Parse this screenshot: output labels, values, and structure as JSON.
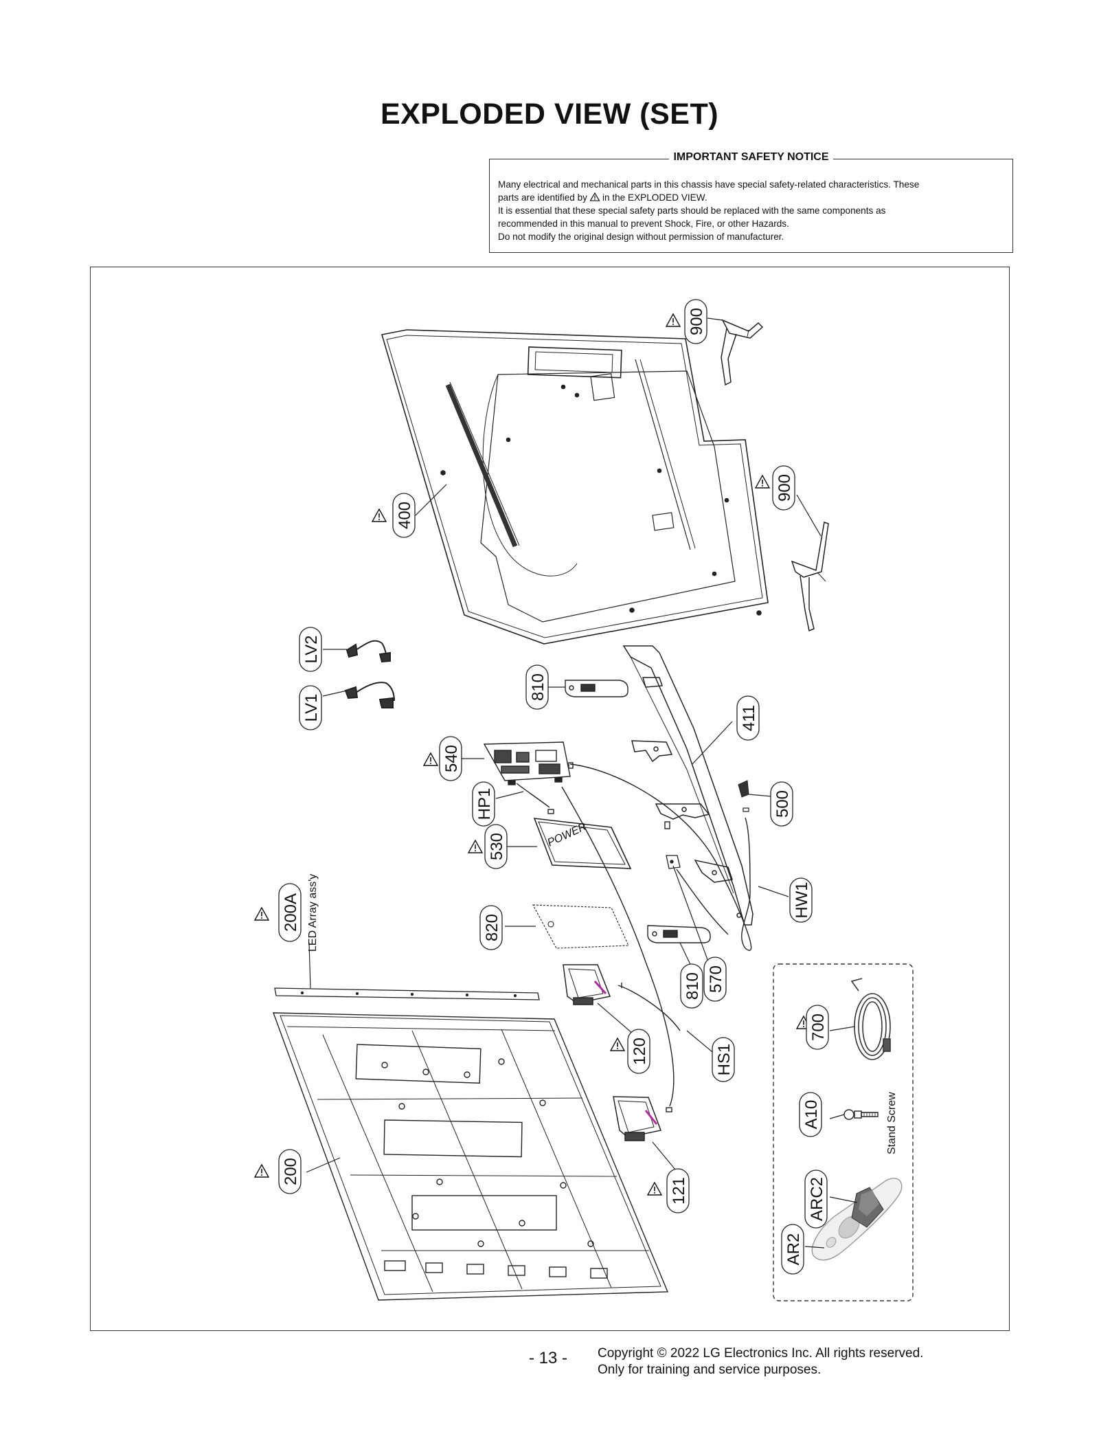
{
  "page_title": "EXPLODED VIEW (SET)",
  "notice": {
    "title": "IMPORTANT SAFETY NOTICE",
    "line1": "Many electrical and mechanical parts in this chassis have special safety-related characteristics. These",
    "line2a": "parts are identified by",
    "line2b": "in the EXPLODED VIEW.",
    "line3": "It is essential that these special safety parts should be replaced with the same components as",
    "line4": "recommended in this manual to prevent Shock, Fire, or other Hazards.",
    "line5": "Do not modify the original design without permission of manufacturer."
  },
  "parts": {
    "p900a": "900",
    "p900b": "900",
    "p400": "400",
    "pLV2": "LV2",
    "pLV1": "LV1",
    "p810a": "810",
    "p411": "411",
    "p540": "540",
    "pHP1": "HP1",
    "p500": "500",
    "p530": "530",
    "pHW1": "HW1",
    "p200A": "200A",
    "p200A_note": "LED Array ass'y",
    "p820": "820",
    "p810b": "810",
    "p570": "570",
    "p120": "120",
    "pHS1": "HS1",
    "p700": "700",
    "pA10": "A10",
    "pA10_note": "Stand Screw",
    "p200": "200",
    "p121": "121",
    "pARC2": "ARC2",
    "pAR2": "AR2",
    "power_text": "POWER"
  },
  "footer": {
    "page_number": "- 13 -",
    "copyright": "Copyright © 2022 LG Electronics Inc. All rights reserved.",
    "training": "Only for training and service purposes."
  }
}
